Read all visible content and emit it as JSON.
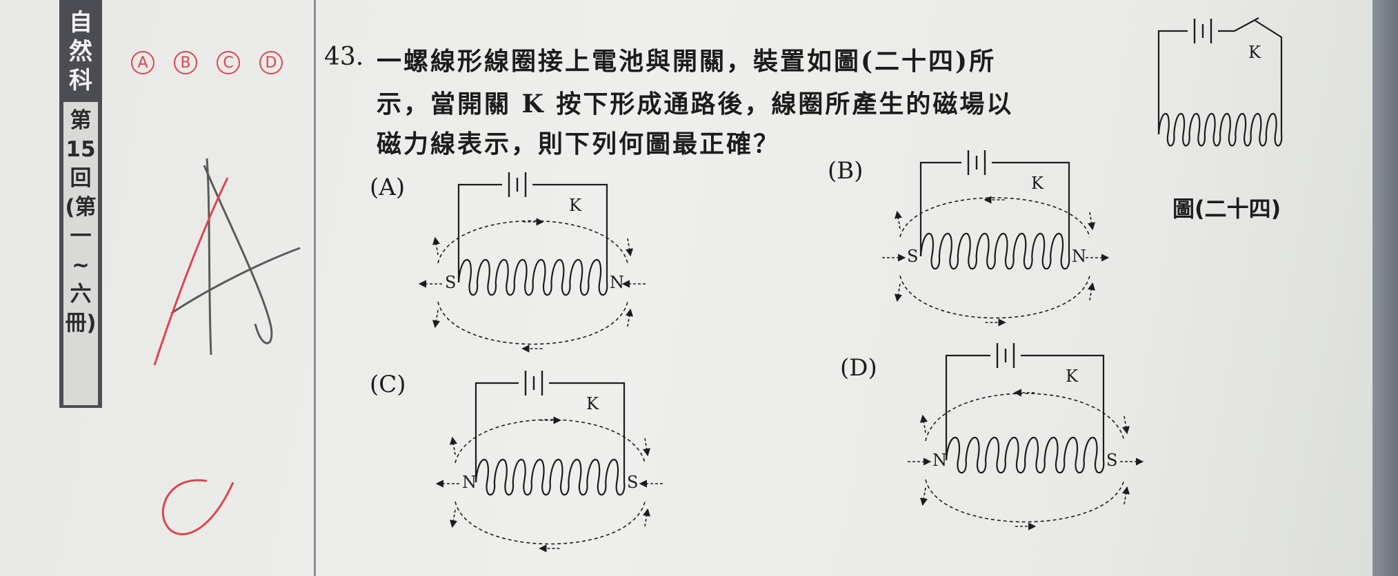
{
  "sidebar": {
    "subject": "自然科",
    "round": "第15回(第一~六冊)"
  },
  "answer_choices": [
    "A",
    "B",
    "C",
    "D"
  ],
  "question": {
    "number": "43.",
    "lines": [
      "一螺線形線圈接上電池與開關，裝置如圖(二十四)所",
      "示，當開關 K 按下形成通路後，線圈所產生的磁場以",
      "磁力線表示，則下列何圖最正確？"
    ]
  },
  "options": [
    {
      "label": "(A)",
      "left_pole": "S",
      "right_pole": "N",
      "switch": "K"
    },
    {
      "label": "(B)",
      "left_pole": "S",
      "right_pole": "N",
      "switch": "K"
    },
    {
      "label": "(C)",
      "left_pole": "N",
      "right_pole": "S",
      "switch": "K"
    },
    {
      "label": "(D)",
      "left_pole": "N",
      "right_pole": "S",
      "switch": "K"
    }
  ],
  "figure": {
    "switch": "K",
    "caption": "圖(二十四)"
  },
  "colors": {
    "ink": "#1c1c1c",
    "red_pen": "#e0434d",
    "pencil": "#5a5a5a",
    "tab": "#4b4d52"
  }
}
